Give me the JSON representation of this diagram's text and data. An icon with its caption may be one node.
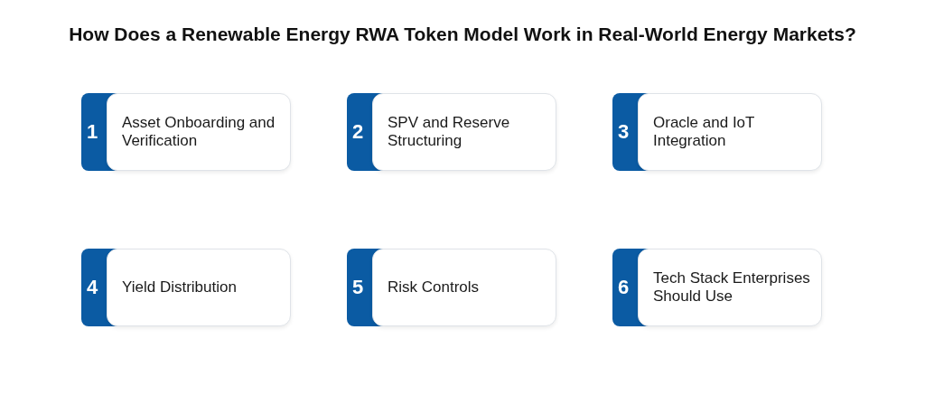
{
  "diagram": {
    "title": "How Does a Renewable Energy RWA Token Model Work in Real-World Energy Markets?",
    "nodes": [
      {
        "text": [
          "1",
          "Asset Onboarding and Verification"
        ]
      },
      {
        "text": [
          "2",
          "SPV and Reserve Structuring"
        ]
      },
      {
        "text": [
          "3",
          "Oracle and IoT Integration"
        ]
      },
      {
        "text": [
          "4",
          "Yield Distribution"
        ]
      },
      {
        "text": [
          "5",
          "Risk Controls"
        ]
      },
      {
        "text": [
          "6",
          "Tech Stack Enterprises Should Use"
        ]
      }
    ]
  }
}
